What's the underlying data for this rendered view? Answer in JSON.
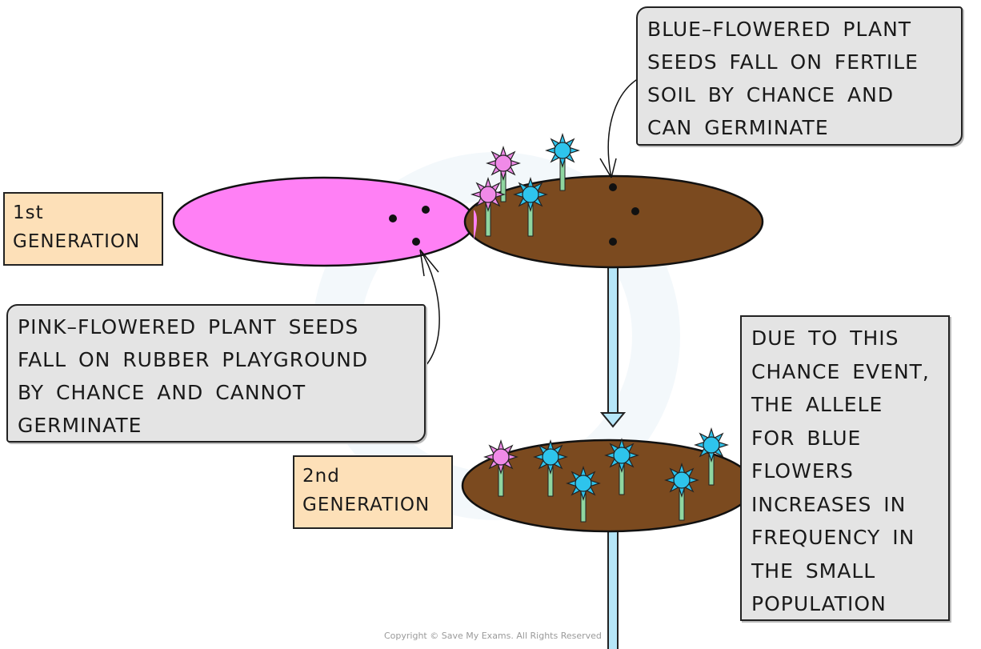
{
  "labels": {
    "first_generation": [
      "1st",
      "GENERATION"
    ],
    "second_generation": [
      "2nd",
      "GENERATION"
    ]
  },
  "notes": {
    "blue_seeds": [
      "BLUE–FLOWERED PLANT",
      "SEEDS FALL ON FERTILE",
      "SOIL BY CHANCE AND",
      "CAN GERMINATE"
    ],
    "pink_seeds": [
      "PINK–FLOWERED PLANT SEEDS",
      "FALL ON RUBBER PLAYGROUND",
      "BY CHANCE AND CANNOT",
      "GERMINATE"
    ],
    "outcome": [
      "DUE TO THIS",
      "CHANCE EVENT,",
      "THE ALLELE",
      "FOR BLUE",
      "FLOWERS",
      "INCREASES IN",
      "FREQUENCY IN",
      "THE SMALL",
      "POPULATION"
    ]
  },
  "footer": {
    "copyright": "Copyright © Save My Exams. All Rights Reserved"
  },
  "colors": {
    "rubber_playground": "#ff80f5",
    "soil": "#7b4a1f",
    "pink_flower": "#f08ae8",
    "blue_flower": "#2ec4ec",
    "stem": "#8fd6a0",
    "arrow": "#b6e6f8",
    "generation_box": "#fde0b8",
    "note_box": "#e4e4e4"
  },
  "population": {
    "first_generation": {
      "pink_flowers": 2,
      "blue_flowers": 2,
      "seeds_on_playground": 3,
      "seeds_on_soil": 3
    },
    "second_generation": {
      "pink_flowers": 1,
      "blue_flowers": 5
    }
  }
}
